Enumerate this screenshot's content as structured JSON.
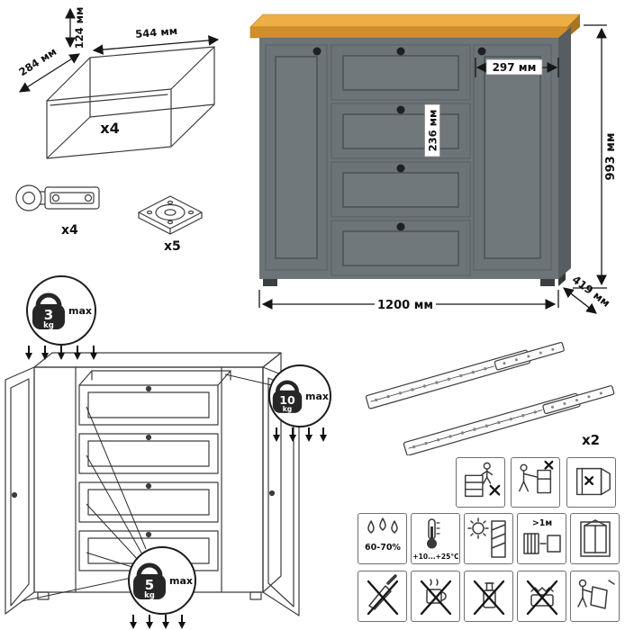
{
  "drawer_box": {
    "dim_height": "124 мм",
    "dim_width": "544 мм",
    "dim_depth": "284 мм",
    "count": "x4"
  },
  "hardware": {
    "hinges_count": "x4",
    "fittings_count": "x5"
  },
  "commode": {
    "dim_width": "1200 мм",
    "dim_height": "993 мм",
    "dim_depth": "419 мм",
    "dim_door": "297 мм",
    "dim_drawer": "236 мм"
  },
  "load_limits": {
    "top": {
      "value": "3",
      "unit": "kg",
      "max_label": "max"
    },
    "upper": {
      "value": "10",
      "unit": "kg",
      "max_label": "max"
    },
    "drawers": {
      "value": "5",
      "unit": "kg",
      "max_label": "max"
    }
  },
  "slides": {
    "count": "x2"
  },
  "care": {
    "humidity": "60-70%",
    "temperature": "+10...+25°C",
    "heat_distance": ">1м"
  },
  "colors": {
    "wood_top": "#ecae45",
    "wood_front": "#d18e2a",
    "body_grey": "#6d7477",
    "side_grey": "#575d60",
    "line": "#151515"
  }
}
